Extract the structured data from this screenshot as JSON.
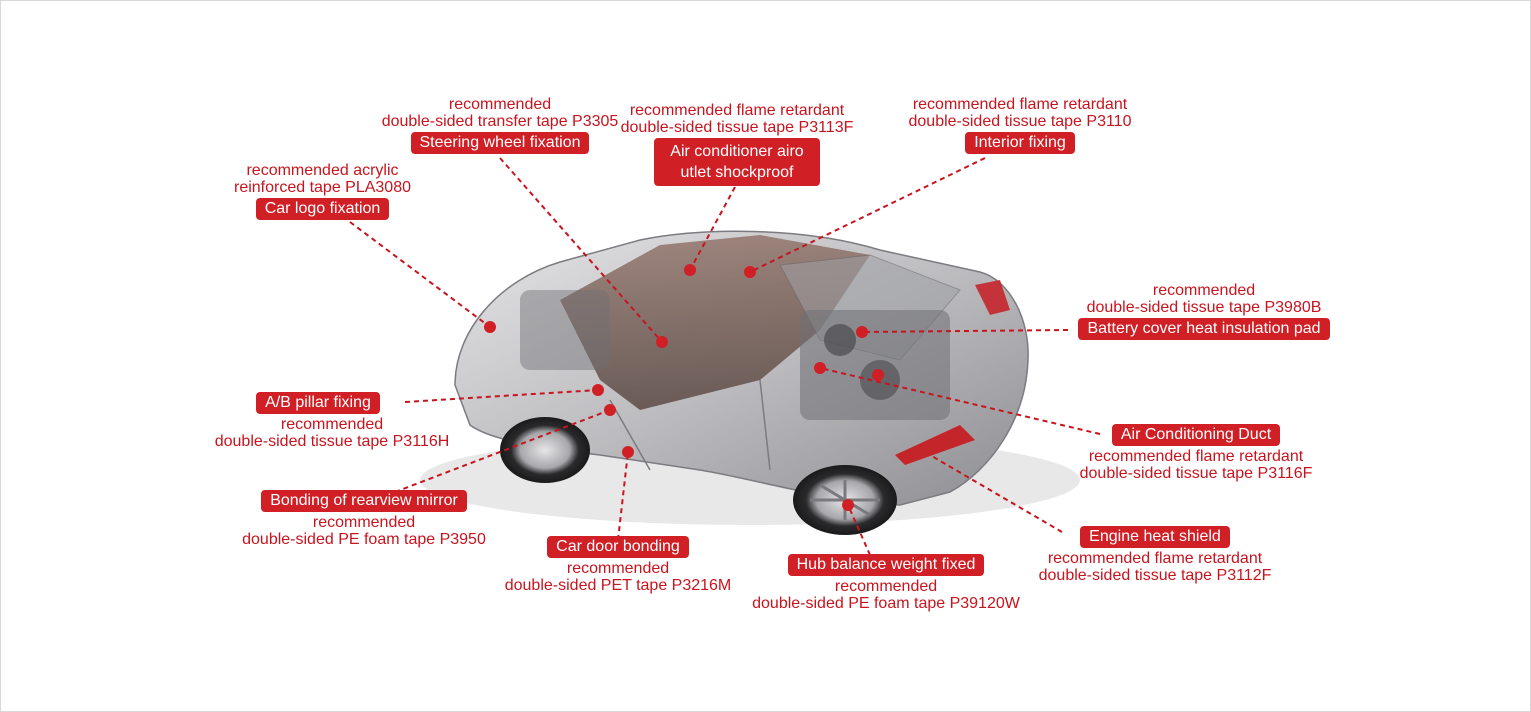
{
  "colors": {
    "accent": "#d11f26",
    "text_red": "#c8141e",
    "car_body": "#b9b9bb"
  },
  "callouts": {
    "steering": {
      "rec": "recommended",
      "tape": "double-sided transfer tape P3305",
      "label": "Steering wheel fixation"
    },
    "aircon_outlet": {
      "rec": "recommended flame retardant",
      "tape": "double-sided tissue tape P3113F",
      "label_line1": "Air conditioner airo",
      "label_line2": "utlet shockproof"
    },
    "interior": {
      "rec": "recommended flame retardant",
      "tape": "double-sided tissue tape P3110",
      "label": "Interior fixing"
    },
    "logo": {
      "rec": "recommended acrylic",
      "tape": "reinforced tape PLA3080",
      "label": "Car logo fixation"
    },
    "battery": {
      "rec": "recommended",
      "tape": "double-sided tissue tape P3980B",
      "label": "Battery cover heat insulation pad"
    },
    "pillar": {
      "label": "A/B pillar fixing",
      "rec": "recommended",
      "tape": "double-sided tissue tape P3116H"
    },
    "duct": {
      "label": "Air Conditioning Duct",
      "rec": "recommended flame retardant",
      "tape": "double-sided tissue tape P3116F"
    },
    "mirror": {
      "label": "Bonding of rearview mirror",
      "rec": "recommended",
      "tape": "double-sided PE foam tape P3950"
    },
    "door": {
      "label": "Car door bonding",
      "rec": "recommended",
      "tape": "double-sided PET tape P3216M"
    },
    "hub": {
      "label": "Hub balance weight fixed",
      "rec": "recommended",
      "tape": "double-sided PE foam tape P39120W"
    },
    "engine": {
      "label": "Engine heat shield",
      "rec": "recommended flame retardant",
      "tape": "double-sided tissue tape P3112F"
    }
  }
}
